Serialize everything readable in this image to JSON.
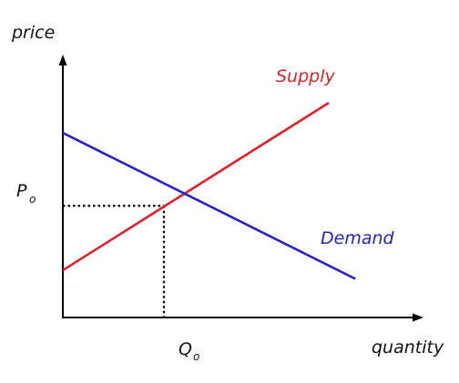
{
  "chart_data": {
    "type": "line",
    "xlabel": "quantity",
    "ylabel": "price",
    "xlim": [
      0,
      10
    ],
    "ylim": [
      0,
      10
    ],
    "grid": false,
    "legend": "none",
    "series": [
      {
        "name": "Supply",
        "color": "#e0202a",
        "x": [
          0,
          10
        ],
        "y": [
          2.2,
          10
        ]
      },
      {
        "name": "Demand",
        "color": "#2222cc",
        "x": [
          0,
          11
        ],
        "y": [
          8.6,
          1.8
        ]
      }
    ],
    "equilibrium": {
      "x": 3.8,
      "y": 5.2,
      "x_label_main": "Q",
      "x_label_sub": "o",
      "y_label_main": "P",
      "y_label_sub": "o"
    }
  }
}
